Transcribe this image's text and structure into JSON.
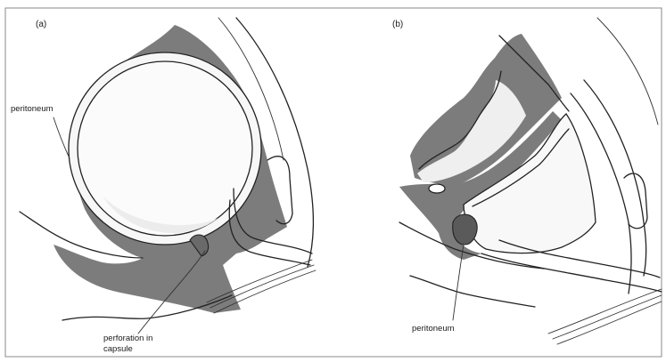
{
  "figure": {
    "panels": [
      {
        "id": "a",
        "label": "(a)",
        "annotations": [
          {
            "text": "peritoneum"
          },
          {
            "text": "perforation in"
          },
          {
            "text": "capsule"
          }
        ]
      },
      {
        "id": "b",
        "label": "(b)",
        "annotations": [
          {
            "text": "peritoneum"
          }
        ]
      }
    ],
    "colors": {
      "dark_tissue": "#7c7c7c",
      "light_tissue": "#efefef",
      "line": "#222222",
      "border": "#8a8a8a"
    }
  }
}
